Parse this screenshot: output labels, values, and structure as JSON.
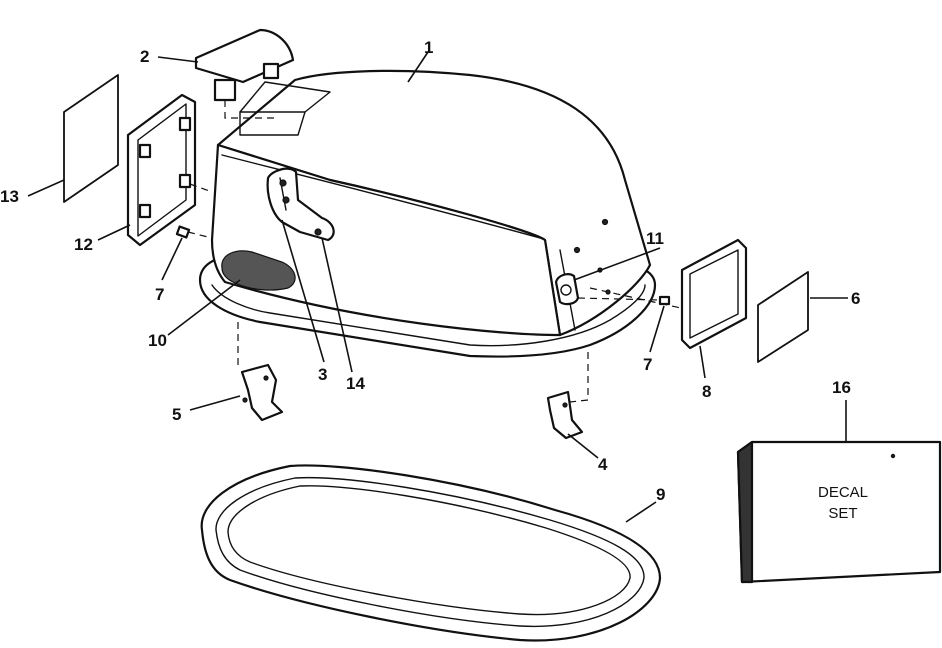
{
  "callouts": {
    "c1": "1",
    "c2": "2",
    "c3": "3",
    "c4": "4",
    "c5": "5",
    "c6": "6",
    "c7a": "7",
    "c7b": "7",
    "c8": "8",
    "c9": "9",
    "c10": "10",
    "c11": "11",
    "c12": "12",
    "c13": "13",
    "c14": "14",
    "c16": "16"
  },
  "decal_box": {
    "line1": "DECAL",
    "line2": "SET"
  }
}
